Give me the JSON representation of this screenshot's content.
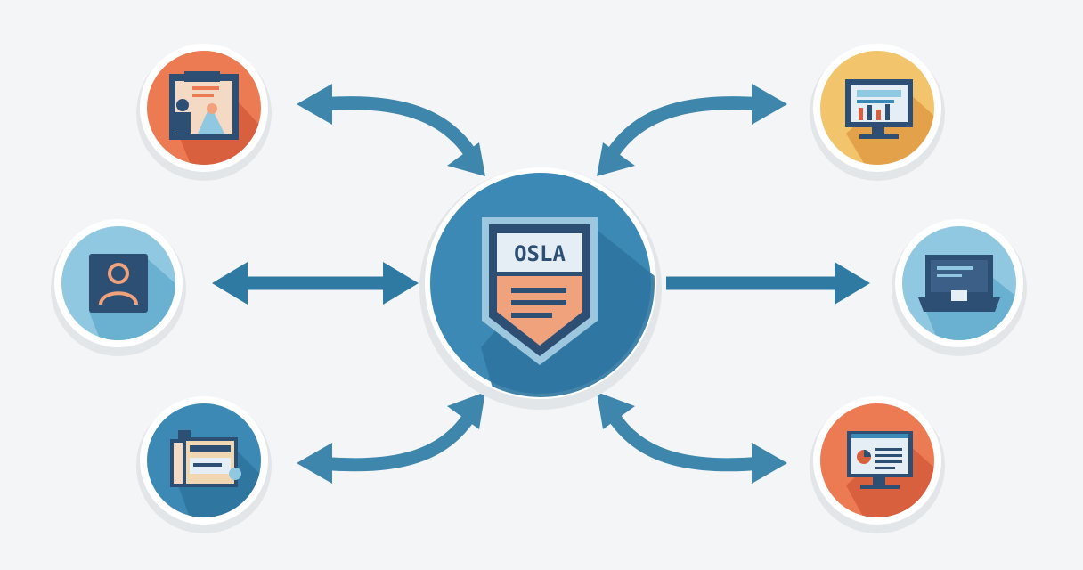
{
  "hub": {
    "label": "OSLA"
  },
  "colors": {
    "background": "#f4f5f6",
    "primary_blue": "#3b89b4",
    "arrow_blue": "#3f86ad",
    "shield_navy": "#2e4f74",
    "orange": "#ec7a52",
    "light_blue": "#8fc8e0",
    "gold": "#f2c56c"
  },
  "nodes": [
    {
      "id": "top-left",
      "icon": "clipboard-with-people-icon",
      "bg": "orange"
    },
    {
      "id": "middle-left",
      "icon": "user-profile-icon",
      "bg": "light_blue"
    },
    {
      "id": "bottom-left",
      "icon": "documents-forms-icon",
      "bg": "blue"
    },
    {
      "id": "top-right",
      "icon": "monitor-bar-chart-icon",
      "bg": "gold"
    },
    {
      "id": "middle-right",
      "icon": "laptop-icon",
      "bg": "light_blue"
    },
    {
      "id": "bottom-right",
      "icon": "monitor-report-icon",
      "bg": "orange"
    }
  ]
}
